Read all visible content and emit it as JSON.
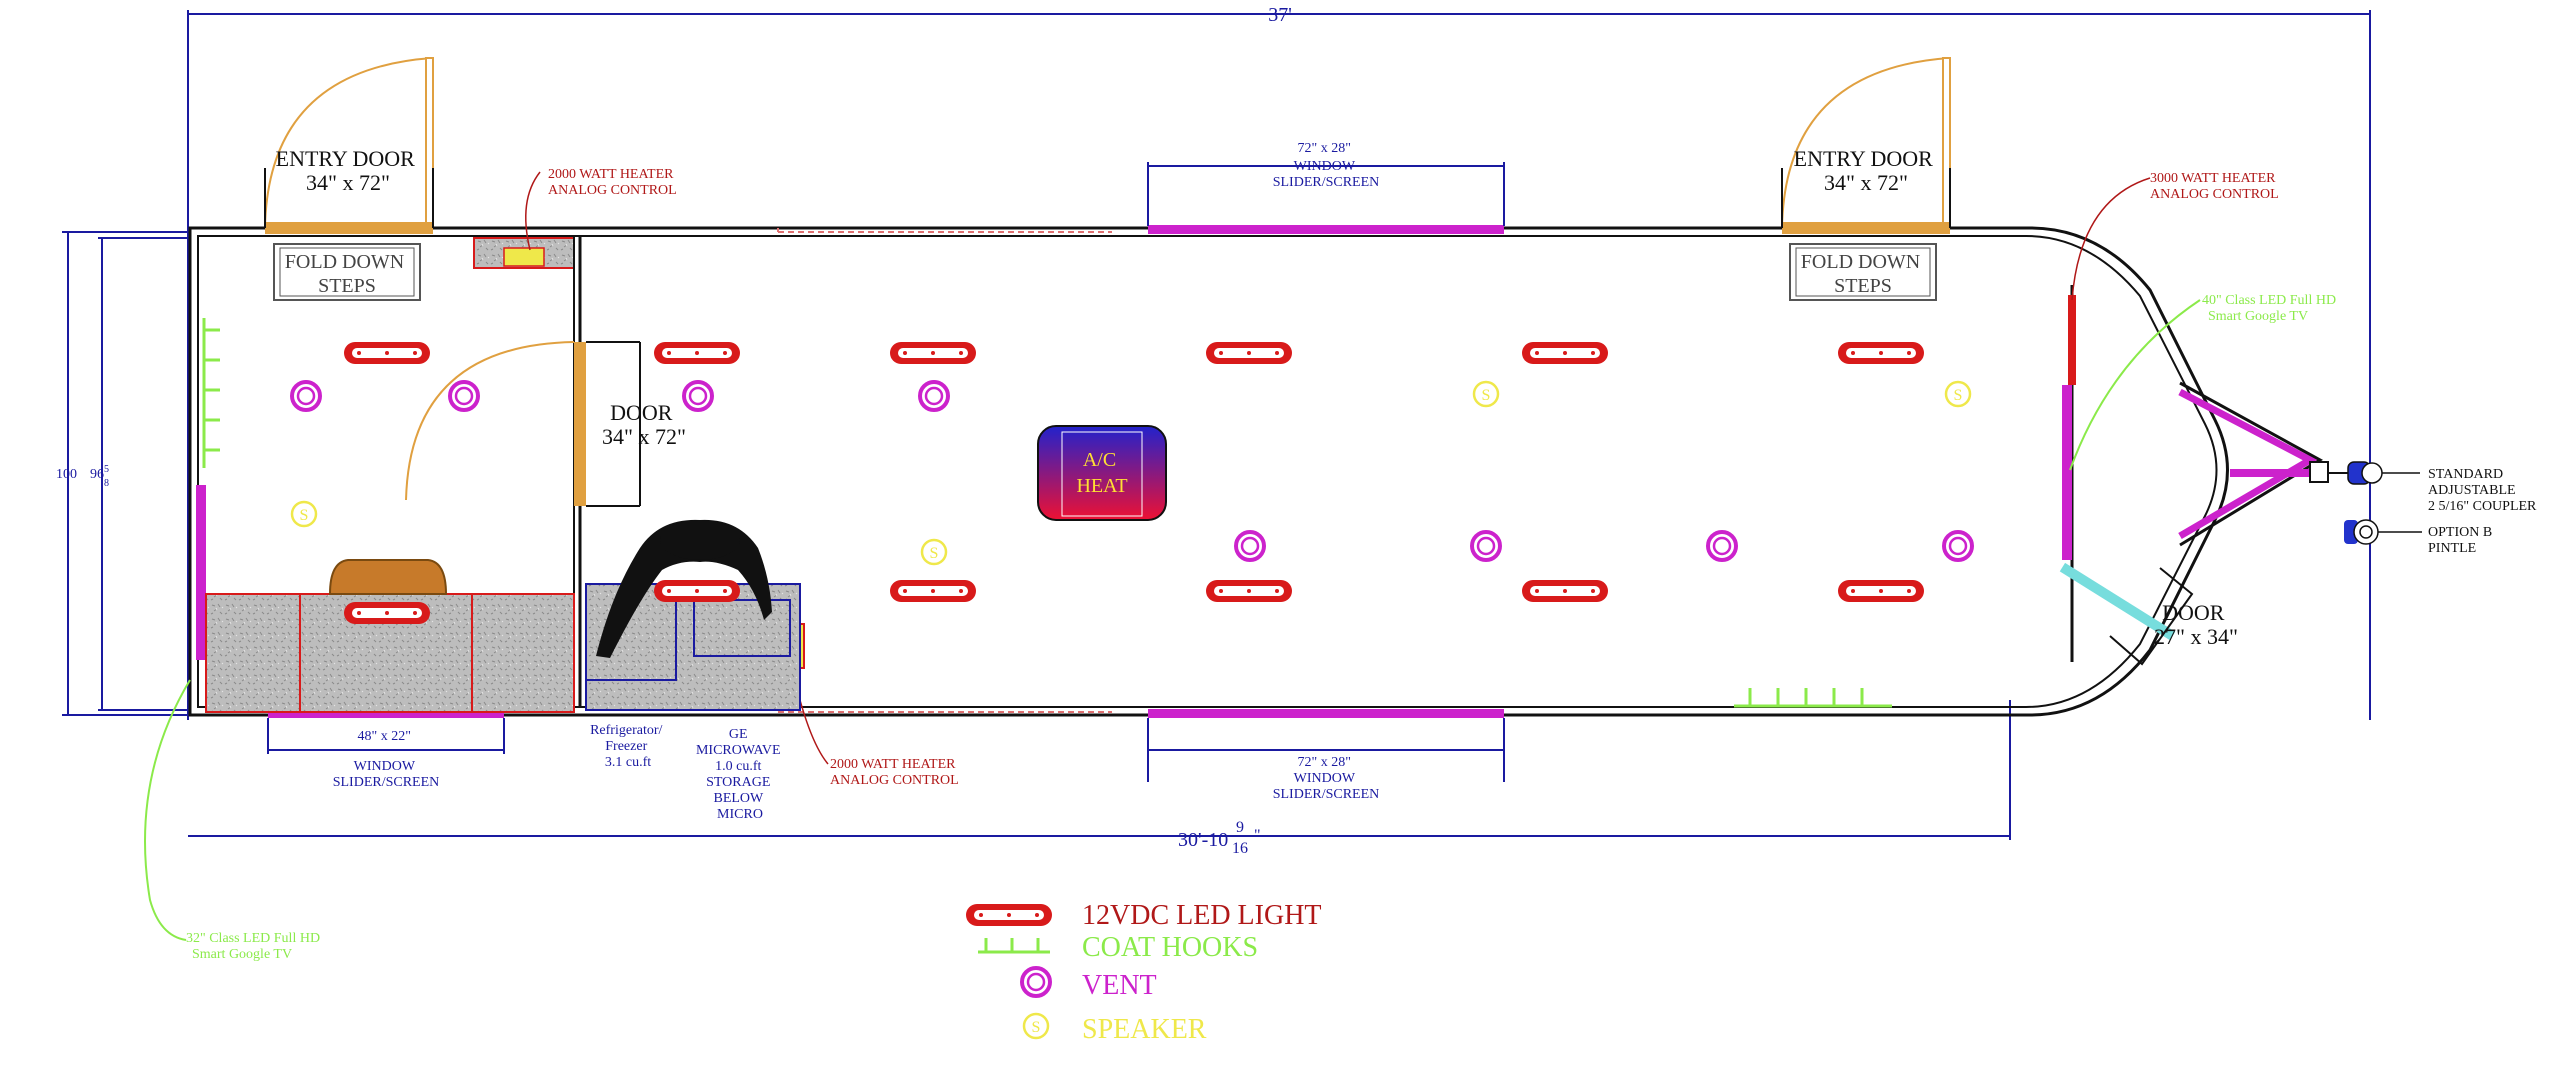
{
  "overall_length": "37'",
  "box_length": "30'-10",
  "box_length_frac_num": "9",
  "box_length_frac_den": "16",
  "box_length_suffix": "\"",
  "width_outer": "100",
  "width_inner": "96",
  "width_inner_frac_num": "5",
  "width_inner_frac_den": "8",
  "entry_door_left": {
    "title": "ENTRY DOOR",
    "size": "34\" x 72\""
  },
  "entry_door_right": {
    "title": "ENTRY DOOR",
    "size": "34\" x 72\""
  },
  "steps_left": {
    "line1": "FOLD DOWN",
    "line2": "STEPS"
  },
  "steps_right": {
    "line1": "FOLD DOWN",
    "line2": "STEPS"
  },
  "heater_top_left": {
    "line1": "2000 WATT HEATER",
    "line2": "ANALOG CONTROL"
  },
  "heater_top_right": {
    "line1": "3000 WATT HEATER",
    "line2": "ANALOG CONTROL"
  },
  "heater_bottom": {
    "line1": "2000 WATT HEATER",
    "line2": "ANALOG CONTROL"
  },
  "window_top": {
    "line1": "72\" x 28\"",
    "line2": "WINDOW",
    "line3": "SLIDER/SCREEN"
  },
  "window_bottom_center": {
    "line1": "72\" x 28\"",
    "line2": "WINDOW",
    "line3": "SLIDER/SCREEN"
  },
  "window_bottom_left": {
    "line1": "48\" x 22\"",
    "line2": "WINDOW",
    "line3": "SLIDER/SCREEN"
  },
  "interior_door": {
    "title": "DOOR",
    "size": "34\" x 72\""
  },
  "nose_door": {
    "title": "DOOR",
    "size": "27\" x 34\""
  },
  "ac_unit": {
    "line1": "A/C",
    "line2": "HEAT"
  },
  "fridge": {
    "line1": "Refrigerator/",
    "line2": "Freezer",
    "line3": "3.1 cu.ft"
  },
  "microwave": {
    "line1": "GE",
    "line2": "MICROWAVE",
    "line3": "1.0 cu.ft",
    "line4": "STORAGE",
    "line5": "BELOW",
    "line6": "MICRO"
  },
  "tv_front": {
    "line1": "40\" Class LED Full HD",
    "line2": "Smart Google TV"
  },
  "tv_rear": {
    "line1": "32\" Class LED Full HD",
    "line2": "Smart Google TV"
  },
  "coupler": {
    "line1": "STANDARD",
    "line2": "ADJUSTABLE",
    "line3": "2 5/16\" COUPLER"
  },
  "pintle": {
    "line1": "OPTION B",
    "line2": "PINTLE"
  },
  "speaker_symbol": "S",
  "legend": {
    "light": "12VDC LED LIGHT",
    "hooks": "COAT HOOKS",
    "vent": "VENT",
    "speaker": "SPEAKER"
  },
  "colors": {
    "dimension": "#1a1aa0",
    "light": "#d81a1a",
    "vent": "#cc22cc",
    "speaker": "#efe84a",
    "hooks": "#8bea4a",
    "door_swing": "#e0a040",
    "window": "#cc22cc"
  }
}
